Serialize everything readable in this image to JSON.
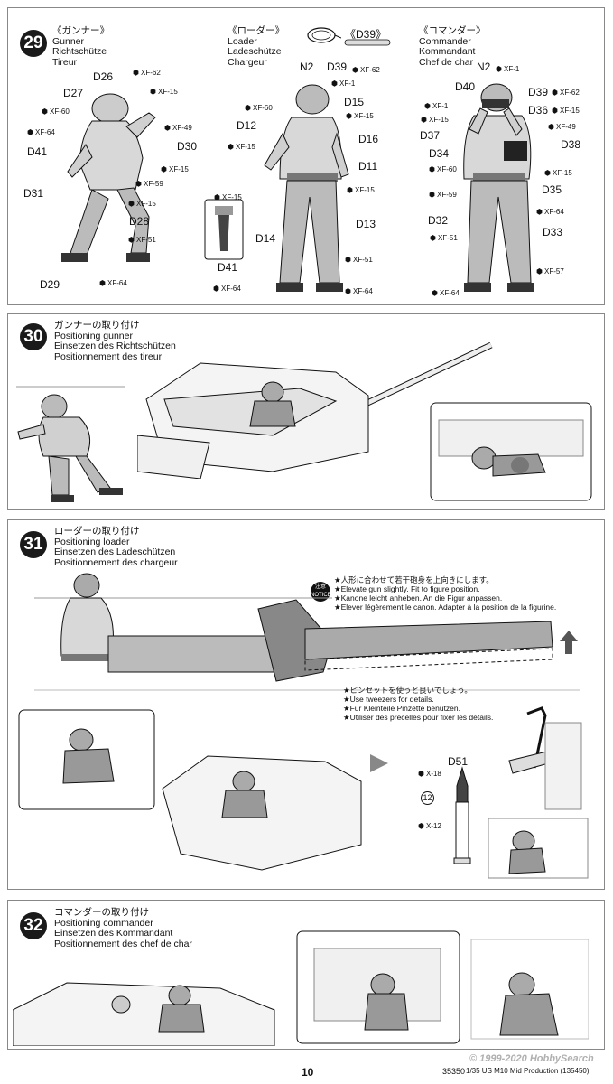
{
  "step29": {
    "number": "29",
    "gunner": {
      "ja": "《ガンナー》",
      "en": "Gunner",
      "de": "Richtschütze",
      "fr": "Tireur"
    },
    "loader": {
      "ja": "《ローダー》",
      "en": "Loader",
      "de": "Ladeschütze",
      "fr": "Chargeur"
    },
    "commander": {
      "ja": "《コマンダー》",
      "en": "Commander",
      "de": "Kommandant",
      "fr": "Chef de char"
    },
    "d39_callout": "《D39》",
    "gunner_parts": [
      "D26",
      "D27",
      "D41",
      "D30",
      "D31",
      "D28",
      "D29"
    ],
    "gunner_paints": [
      "XF-62",
      "XF-15",
      "XF-60",
      "XF-49",
      "XF-64",
      "XF-15",
      "XF-59",
      "XF-15",
      "XF-51",
      "XF-64"
    ],
    "loader_parts": [
      "N2",
      "D39",
      "D15",
      "D12",
      "D16",
      "D11",
      "D13",
      "D14",
      "D41"
    ],
    "loader_paints": [
      "XF-62",
      "XF-1",
      "XF-60",
      "XF-15",
      "XF-15",
      "XF-15",
      "XF-15",
      "XF-51",
      "XF-64",
      "XF-64"
    ],
    "commander_parts": [
      "N2",
      "D40",
      "D39",
      "D36",
      "D37",
      "D38",
      "D34",
      "D35",
      "D32",
      "D33"
    ],
    "commander_paints": [
      "XF-1",
      "XF-62",
      "XF-1",
      "XF-15",
      "XF-15",
      "XF-49",
      "XF-60",
      "XF-15",
      "XF-59",
      "XF-64",
      "XF-51",
      "XF-57",
      "XF-64"
    ]
  },
  "step30": {
    "number": "30",
    "ja": "ガンナーの取り付け",
    "en": "Positioning gunner",
    "de": "Einsetzen des Richtschützen",
    "fr": "Positionnement des tireur"
  },
  "step31": {
    "number": "31",
    "ja": "ローダーの取り付け",
    "en": "Positioning loader",
    "de": "Einsetzen des Ladeschützen",
    "fr": "Positionnement des chargeur",
    "notice_badge": "注意 NOTICE",
    "notice_lines": [
      "★人形に合わせて若干砲身を上向きにします。",
      "★Elevate gun slightly. Fit to figure position.",
      "★Kanone leicht anheben. An die Figur anpassen.",
      "★Elever légèrement le canon. Adapter à la position de la figurine."
    ],
    "tweezer_lines": [
      "★ピンセットを使うと良いでしょう。",
      "★Use tweezers for details.",
      "★Für Kleinteile Pinzette benutzen.",
      "★Utiliser des précelles pour fixer les détails."
    ],
    "shell_part": "D51",
    "shell_paints": [
      "X-18",
      "X-12"
    ],
    "shell_marker": "12"
  },
  "step32": {
    "number": "32",
    "ja": "コマンダーの取り付け",
    "en": "Positioning commander",
    "de": "Einsetzen des Kommandant",
    "fr": "Positionnement des chef de char"
  },
  "footer": {
    "page": "10",
    "code": "35350",
    "scale_title": "1/35 US M10 Mid Production (135450)",
    "watermark": "© 1999-2020 HobbySearch"
  },
  "colors": {
    "ink": "#111111",
    "frame": "#888888",
    "badge": "#1a1a1a"
  }
}
